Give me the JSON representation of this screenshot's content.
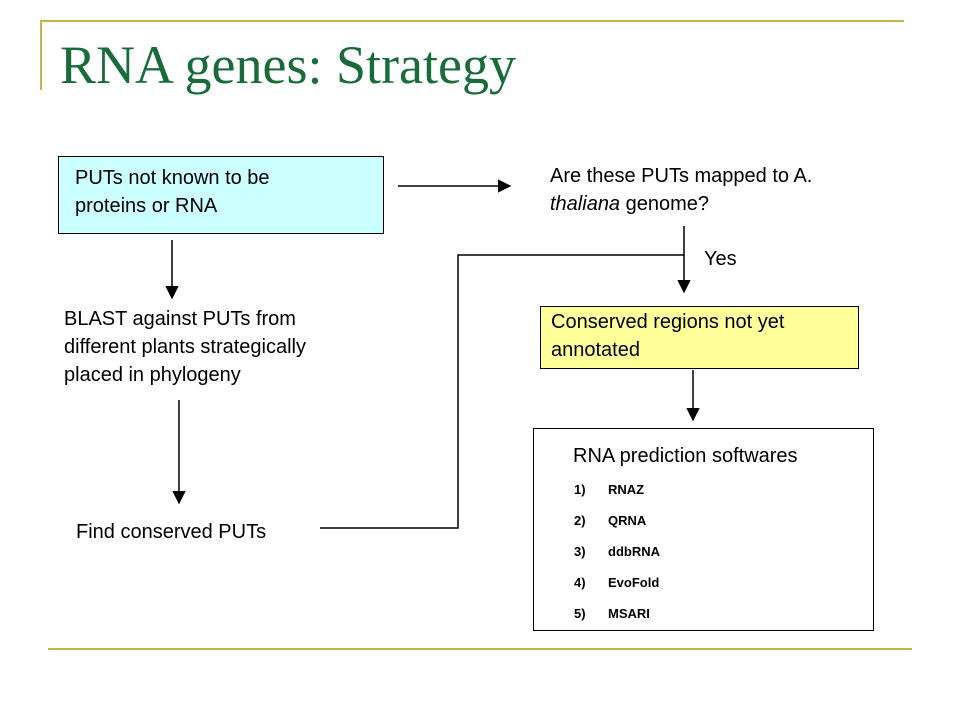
{
  "slide": {
    "title": "RNA genes: Strategy",
    "colors": {
      "title": "#1a6b3a",
      "frame": "#c8b44a",
      "cyan_box": "#ccffff",
      "yellow_box": "#ffff99"
    }
  },
  "diagram": {
    "box_puts": {
      "line1": "PUTs not known to be",
      "line2": "proteins or RNA"
    },
    "mapped_q": {
      "line1": "Are these PUTs mapped to A.",
      "line2_italic": "thaliana",
      "line2_rest": " genome?"
    },
    "yes_label": "Yes",
    "blast": {
      "line1": "BLAST against PUTs from",
      "line2": "different plants strategically",
      "line3": "placed in phylogeny"
    },
    "conserved_box": {
      "line1": "Conserved regions not yet",
      "line2": "annotated"
    },
    "find_puts": "Find conserved PUTs",
    "rna_pred": {
      "heading": "RNA prediction softwares",
      "items": [
        {
          "num": "1)",
          "name": "RNAZ"
        },
        {
          "num": "2)",
          "name": "QRNA"
        },
        {
          "num": "3)",
          "name": "ddbRNA"
        },
        {
          "num": "4)",
          "name": "EvoFold"
        },
        {
          "num": "5)",
          "name": "MSARI"
        }
      ]
    }
  }
}
